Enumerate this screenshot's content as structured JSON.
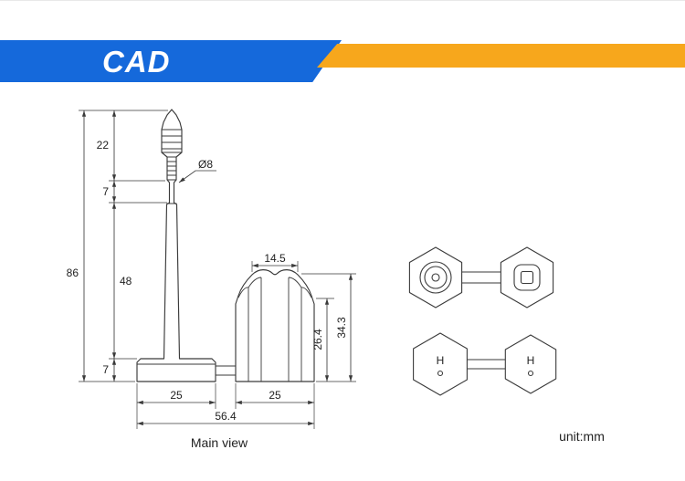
{
  "colors": {
    "brand-blue": "#1569db",
    "accent-yellow": "#f7a71c",
    "line-color": "#3a3a3a",
    "text-color": "#222222"
  },
  "header": {
    "brand": "CAD"
  },
  "drawing": {
    "main_view_label": "Main view",
    "unit_label": "unit:mm",
    "dims": {
      "total_height": "86",
      "head_height": "22",
      "neck_height": "7",
      "shaft_height": "48",
      "base_height": "7",
      "pin_diameter": "Ø8",
      "barrel_top_width": "14.5",
      "barrel_inner_height": "26.4",
      "barrel_total_height": "34.3",
      "base_width": "25",
      "barrel_width": "25",
      "total_width": "56.4"
    },
    "top_view": {
      "head_label": "H",
      "barrel_label": "H"
    }
  }
}
